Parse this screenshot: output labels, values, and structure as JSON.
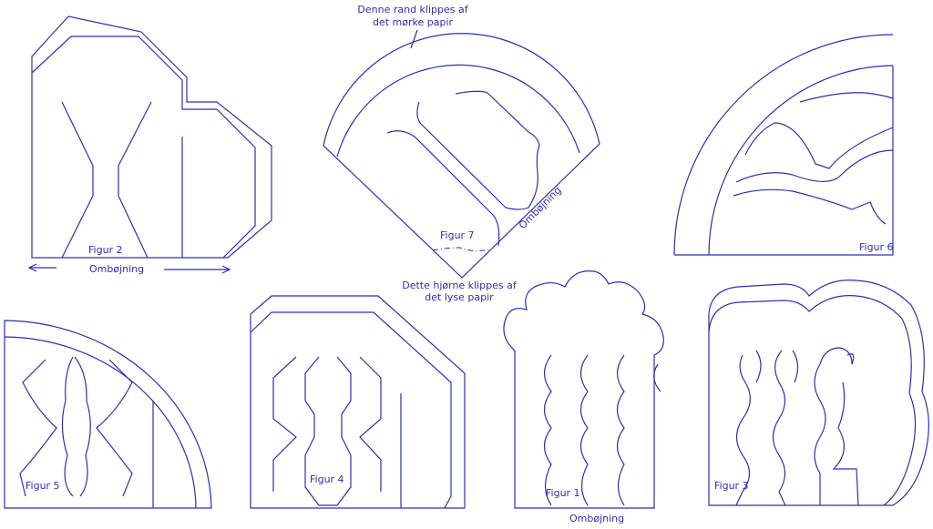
{
  "color": "#2e2eb5",
  "figure7": {
    "label": "Figur 7",
    "note_top_line1": "Denne rand klippes af",
    "note_top_line2": "det mørke papir",
    "fold": "Ombøjning",
    "note_bottom_line1": "Dette hjørne klippes af",
    "note_bottom_line2": "det lyse papir"
  },
  "figure2": {
    "label": "Figur 2",
    "fold": "Ombøjning"
  },
  "figure6": {
    "label": "Figur 6"
  },
  "figure5": {
    "label": "Figur 5"
  },
  "figure4": {
    "label": "Figur 4"
  },
  "figure1": {
    "label": "Figur 1",
    "fold": "Ombøjning"
  },
  "figure3": {
    "label": "Figur 3"
  }
}
